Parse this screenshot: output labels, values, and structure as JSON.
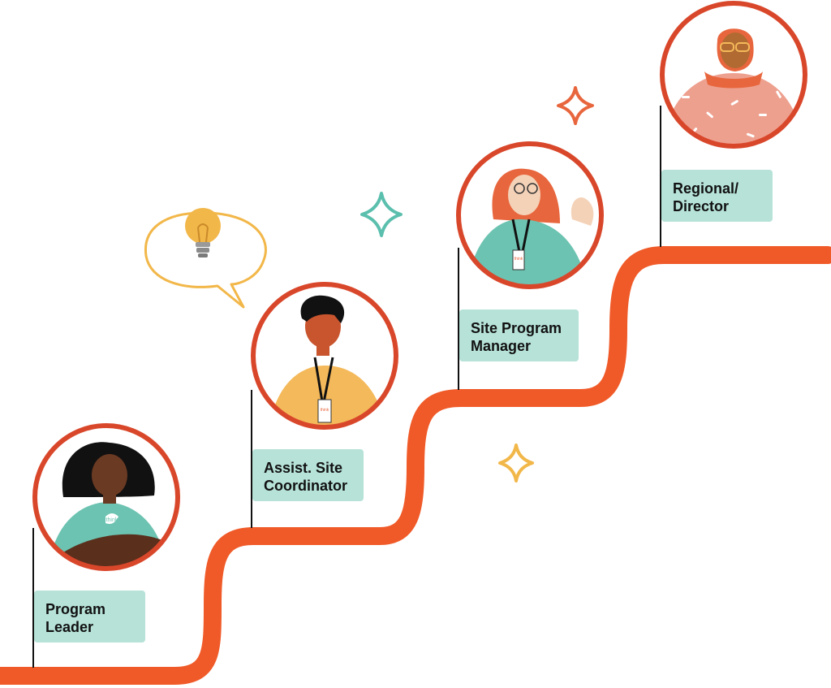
{
  "steps": [
    {
      "label": "Program\nLeader"
    },
    {
      "label": "Assist. Site\nCoordinator"
    },
    {
      "label": "Site Program\nManager"
    },
    {
      "label": "Regional/\nDirector"
    }
  ],
  "badge_text": "think",
  "colors": {
    "staircase": "#f05a28",
    "circle_ring": "#d9472b",
    "label_bg": "#b6e2d8",
    "teal": "#6cc3b1",
    "yellow": "#f4b95a",
    "sparkle_orange": "#e8663d",
    "sparkle_teal": "#5bbfae",
    "sparkle_yellow": "#f2b749"
  },
  "icons": [
    "lightbulb-icon",
    "speech-bubble-icon",
    "sparkle-icon"
  ]
}
